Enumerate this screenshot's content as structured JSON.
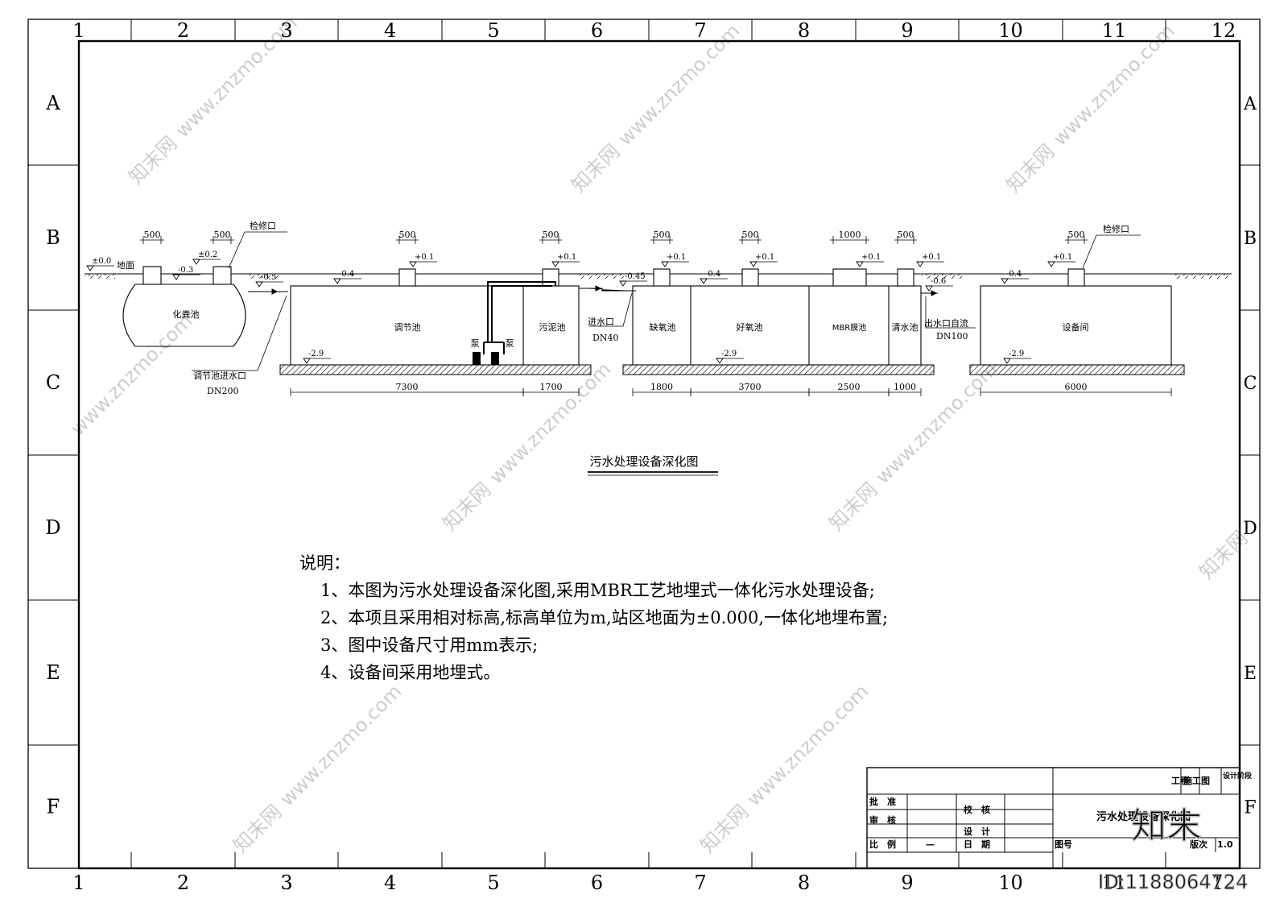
{
  "frame": {
    "columns": [
      "1",
      "2",
      "3",
      "4",
      "5",
      "6",
      "7",
      "8",
      "9",
      "10",
      "11",
      "12"
    ],
    "rows": [
      "A",
      "B",
      "C",
      "D",
      "E",
      "F"
    ]
  },
  "ground_label": "地面",
  "tanks": {
    "septic": "化粪池",
    "regulating": "调节池",
    "sludge": "污泥池",
    "anoxic": "缺氧池",
    "aerobic": "好氧池",
    "mbr": "MBR膜池",
    "clear": "清水池",
    "equipment": "设备间"
  },
  "pumps": [
    "泵",
    "泵"
  ],
  "inspection_ports": [
    "检修口",
    "检修口"
  ],
  "elevations": {
    "ground": "±0.0",
    "septic_top": "±0.2",
    "septic_inner": "-0.3",
    "inlet_pipe": "-0.5",
    "reg_water": "-0.4",
    "reg_top": "+0.1",
    "sludge_top": "+0.1",
    "inlet_in": "-0.45",
    "anoxic_top": "+0.1",
    "aerobic_water": "-0.4",
    "aerobic_top": "+0.1",
    "mbr_top": "+0.1",
    "clear_top": "+0.1",
    "outlet": "-0.6",
    "equip_water": "-0.4",
    "equip_top": "+0.1",
    "reg_bottom": "-2.9",
    "aerobic_bottom": "-2.9",
    "equip_bottom": "-2.9"
  },
  "top_dims": [
    "500",
    "500",
    "500",
    "500",
    "500",
    "500",
    "1000",
    "500",
    "500"
  ],
  "bottom_dims": [
    "7300",
    "1700",
    "1800",
    "3700",
    "2500",
    "1000",
    "6000"
  ],
  "pipe_labels": {
    "reg_inlet": "调节池进水口",
    "reg_inlet_dn": "DN200",
    "inlet": "进水口",
    "inlet_dn": "DN40",
    "outlet": "出水口自流",
    "outlet_dn": "DN100"
  },
  "drawing_title": "污水处理设备深化图",
  "notes": {
    "heading": "说明：",
    "items": [
      "1、本图为污水处理设备深化图,采用MBR工艺地埋式一体化污水处理设备;",
      "2、本项且采用相对标高,标高单位为m,站区地面为±0.000,一体化地埋布置;",
      "3、图中设备尺寸用mm表示;",
      "4、设备间采用地埋式。"
    ]
  },
  "title_block": {
    "project_label": "工程",
    "stage_value": "施工图",
    "stage_label": "设计阶段",
    "approve": "批　准",
    "review": "审　核",
    "scale": "比　例",
    "scale_value": "—",
    "check": "校　核",
    "design": "设　计",
    "date": "日　期",
    "drawing_name": "污水处理设备深化图",
    "drawing_no_label": "图号",
    "version_label": "版次",
    "version_value": "1.0"
  },
  "watermarks": {
    "site": "www.znzmo.com",
    "brand": "知末网",
    "logo": "知末",
    "image_id": "ID:1188064724"
  }
}
